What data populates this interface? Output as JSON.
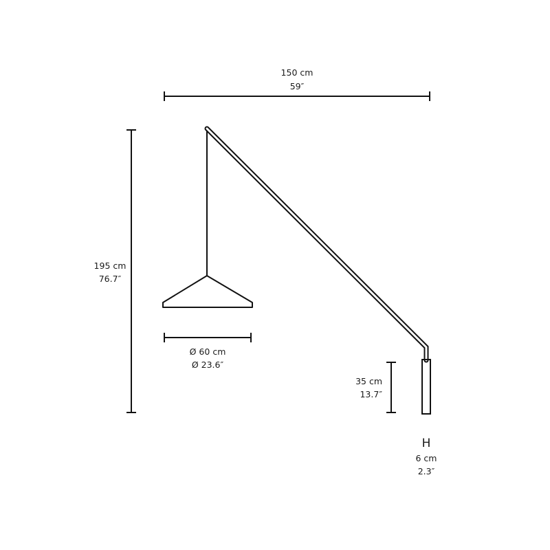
{
  "dimensions": {
    "width": {
      "metric": "150 cm",
      "imperial": "59″"
    },
    "height": {
      "metric": "195 cm",
      "imperial": "76.7″"
    },
    "shade_diameter": {
      "metric": "Ø 60 cm",
      "imperial": "Ø 23.6″"
    },
    "base_height": {
      "metric": "35 cm",
      "imperial": "13.7″"
    },
    "base_width": {
      "symbol": "H",
      "metric": "6 cm",
      "imperial": "2.3″"
    }
  },
  "colors": {
    "line": "#111111",
    "background": "#ffffff"
  }
}
